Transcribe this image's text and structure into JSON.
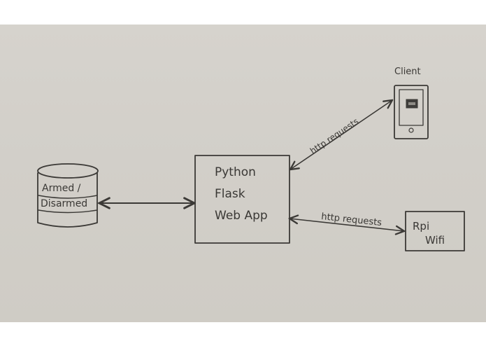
{
  "nodes": {
    "database": {
      "line1": "Armed /",
      "line2": "Disarmed"
    },
    "server": {
      "line1": "Python",
      "line2": "Flask",
      "line3": "Web App"
    },
    "client": {
      "label": "Client"
    },
    "rpi": {
      "line1": "Rpi",
      "line2": "Wifi"
    }
  },
  "edges": {
    "client_link": {
      "label": "http requests"
    },
    "rpi_link": {
      "label": "http requests"
    }
  }
}
